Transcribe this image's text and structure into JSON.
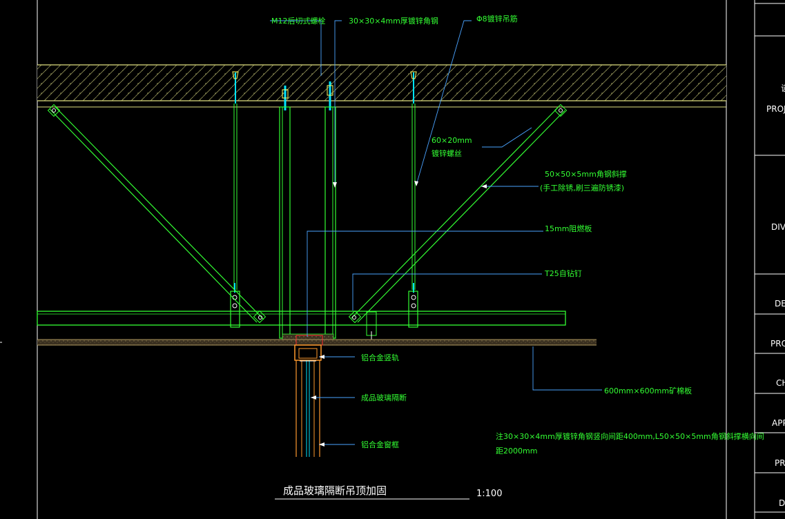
{
  "drawing": {
    "title": "成品玻璃隔断吊顶加固",
    "scale": "1:100"
  },
  "labels": {
    "m12_bolt": "M12后切式螺栓",
    "angle_steel": "30×30×4mm厚镀锌角钢",
    "phi8_rod": "Φ8镀锌吊筋",
    "screw_dim": "60×20mm",
    "screw_name": "镀锌螺丝",
    "brace_spec": "50×50×5mm角钢斜撑",
    "brace_note": "(手工除锈,刷三遍防锈漆)",
    "fire_board": "15mm阻燃板",
    "t25": "T25自钻钉",
    "top_rail": "铝合金竖轨",
    "glass_partition": "成品玻璃隔断",
    "frame": "铝合金窗框",
    "mineral_board": "600mm×600mm矿棉板",
    "note_line1": "注30×30×4mm厚镀锌角钢竖向间距400mm,L50×50×5mm角钢斜撑横向间",
    "note_line2": "距2000mm"
  },
  "title_block": {
    "cells": [
      "谈",
      "PROJ",
      "DIV",
      "DE",
      "PRO",
      "CH",
      "APP",
      "PR",
      "D"
    ]
  },
  "colors": {
    "green": "#33ff33",
    "cyan": "#00e5ff",
    "yellow": "#ffff66",
    "white": "#ffffff",
    "blue_leader": "#4aa3ff",
    "orange": "#ff9a2e",
    "red": "#ff3030",
    "slab_hatch": "#bdbd6a"
  }
}
